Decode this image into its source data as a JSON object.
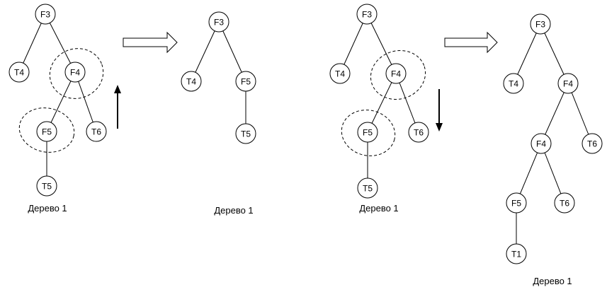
{
  "colors": {
    "stroke": "#000000",
    "background": "#ffffff"
  },
  "diagrams": [
    {
      "caption": "Дерево 1",
      "nodes": [
        {
          "id": "F3",
          "label": "F3"
        },
        {
          "id": "T4",
          "label": "T4"
        },
        {
          "id": "F4",
          "label": "F4"
        },
        {
          "id": "F5",
          "label": "F5"
        },
        {
          "id": "T6",
          "label": "T6"
        },
        {
          "id": "T5",
          "label": "T5"
        }
      ],
      "edges": [
        [
          "F3",
          "T4"
        ],
        [
          "F3",
          "F4"
        ],
        [
          "F4",
          "F5"
        ],
        [
          "F4",
          "T6"
        ],
        [
          "F5",
          "T5"
        ]
      ],
      "highlighted": [
        "F4",
        "F5"
      ],
      "arrow": "up"
    },
    {
      "caption": "Дерево 1",
      "nodes": [
        {
          "id": "F3",
          "label": "F3"
        },
        {
          "id": "T4",
          "label": "T4"
        },
        {
          "id": "F5",
          "label": "F5"
        },
        {
          "id": "T5",
          "label": "T5"
        }
      ],
      "edges": [
        [
          "F3",
          "T4"
        ],
        [
          "F3",
          "F5"
        ],
        [
          "F5",
          "T5"
        ]
      ]
    },
    {
      "caption": "Дерево 1",
      "nodes": [
        {
          "id": "F3",
          "label": "F3"
        },
        {
          "id": "T4",
          "label": "T4"
        },
        {
          "id": "F4",
          "label": "F4"
        },
        {
          "id": "F5",
          "label": "F5"
        },
        {
          "id": "T6",
          "label": "T6"
        },
        {
          "id": "T5",
          "label": "T5"
        }
      ],
      "edges": [
        [
          "F3",
          "T4"
        ],
        [
          "F3",
          "F4"
        ],
        [
          "F4",
          "F5"
        ],
        [
          "F4",
          "T6"
        ],
        [
          "F5",
          "T5"
        ]
      ],
      "highlighted": [
        "F4",
        "F5"
      ],
      "arrow": "down"
    },
    {
      "caption": "Дерево 1",
      "nodes": [
        {
          "id": "F3",
          "label": "F3"
        },
        {
          "id": "T4",
          "label": "T4"
        },
        {
          "id": "F4a",
          "label": "F4"
        },
        {
          "id": "F4b",
          "label": "F4"
        },
        {
          "id": "T6a",
          "label": "T6"
        },
        {
          "id": "F5",
          "label": "F5"
        },
        {
          "id": "T6b",
          "label": "T6"
        },
        {
          "id": "T1",
          "label": "T1"
        }
      ],
      "edges": [
        [
          "F3",
          "T4"
        ],
        [
          "F3",
          "F4a"
        ],
        [
          "F4a",
          "F4b"
        ],
        [
          "F4a",
          "T6a"
        ],
        [
          "F4b",
          "F5"
        ],
        [
          "F4b",
          "T6b"
        ],
        [
          "F5",
          "T1"
        ]
      ]
    }
  ],
  "transform_arrows": [
    {
      "from": 0,
      "to": 1,
      "direction": "right"
    },
    {
      "from": 2,
      "to": 3,
      "direction": "right"
    }
  ]
}
